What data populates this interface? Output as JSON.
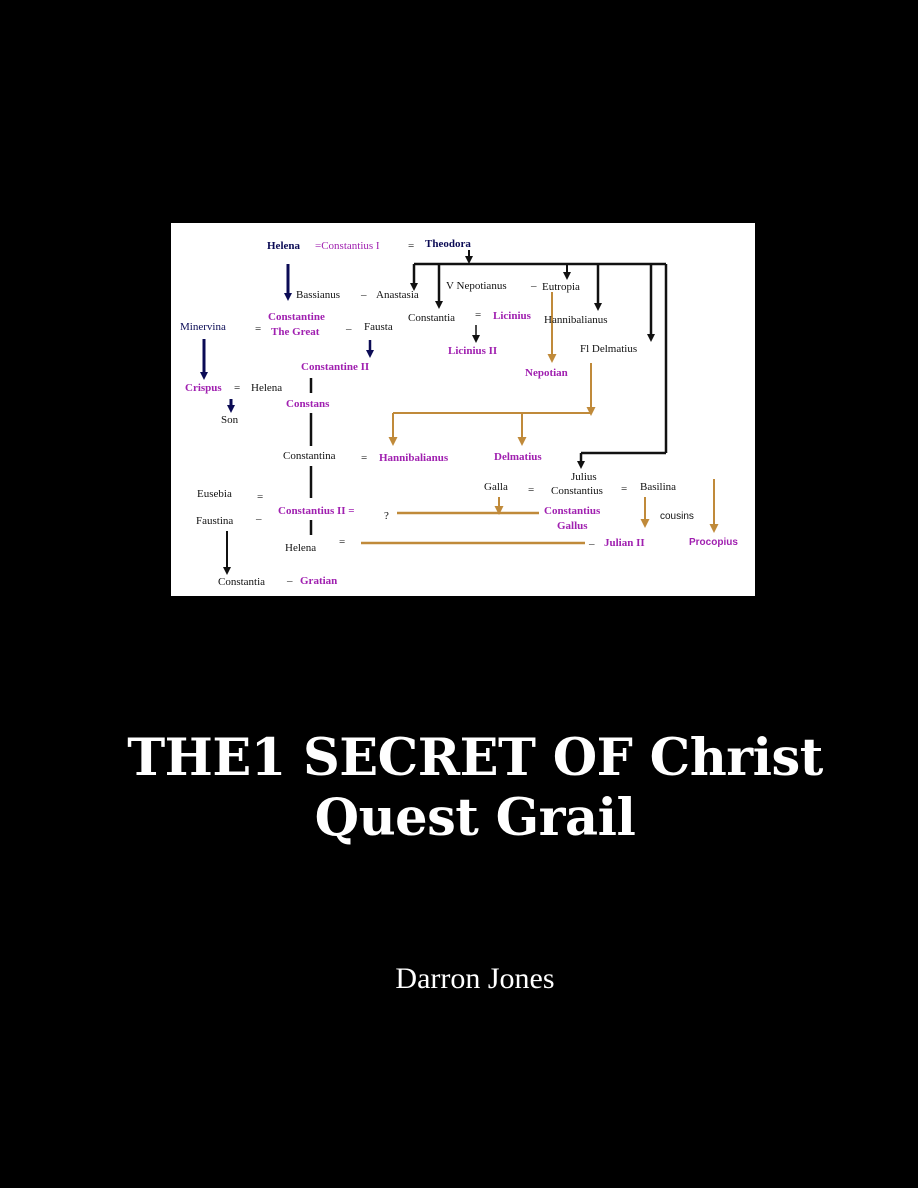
{
  "cover": {
    "title_line1": "THE1 SECRET OF Christ",
    "title_line2": "Quest Grail",
    "author": "Darron Jones"
  },
  "colors": {
    "background": "#000000",
    "navy": "#0b0b55",
    "magenta": "#a020b0",
    "gold": "#c08a3a",
    "black": "#111111"
  },
  "diagram": {
    "helena": "Helena",
    "constantius_i": "=Constantius I",
    "eq_theodora": "=",
    "theodora": "Theodora",
    "bassianus": "Bassianus",
    "dash_anastasia": "–",
    "anastasia": "Anastasia",
    "v_nepotianus": "V Nepotianus",
    "dash_eutropia": "–",
    "eutropia": "Eutropia",
    "minervina": "Minervina",
    "eq_constantine": "=",
    "constantine_line1": "Constantine",
    "constantine_line2": "The Great",
    "dash_fausta": "–",
    "fausta": "Fausta",
    "constantia_top": "Constantia",
    "eq_licinius": "=",
    "licinius": "Licinius",
    "hannibalianus_top": "Hannibalianus",
    "licinius_ii": "Licinius II",
    "fl_delmatius": "Fl Delmatius",
    "constantine_ii": "Constantine II",
    "nepotian": "Nepotian",
    "crispus": "Crispus",
    "eq_helena": "=",
    "helena_wife": "Helena",
    "constans": "Constans",
    "son": "Son",
    "constantina": "Constantina",
    "eq_hannibalianus": "=",
    "hannibalianus": "Hannibalianus",
    "delmatius": "Delmatius",
    "julius_line1": "Julius",
    "julius_line2": "Constantius",
    "galla": "Galla",
    "eq_julius": "=",
    "eq_basilina": "=",
    "basilina": "Basilina",
    "eusebia": "Eusebia",
    "eq_eusebia": "=",
    "faustina": "Faustina",
    "dash_faustina": "–",
    "constantius_ii": "Constantius II =",
    "question": "?",
    "gallus_line1": "Constantius",
    "gallus_line2": "Gallus",
    "cousins": "cousins",
    "procopius": "Procopius",
    "helena_daughter": "Helena",
    "eq_julian": "=",
    "dash_julian": "–",
    "julian_ii": "Julian II",
    "constantia_bottom": "Constantia",
    "dash_gratian": "–",
    "gratian": "Gratian"
  }
}
